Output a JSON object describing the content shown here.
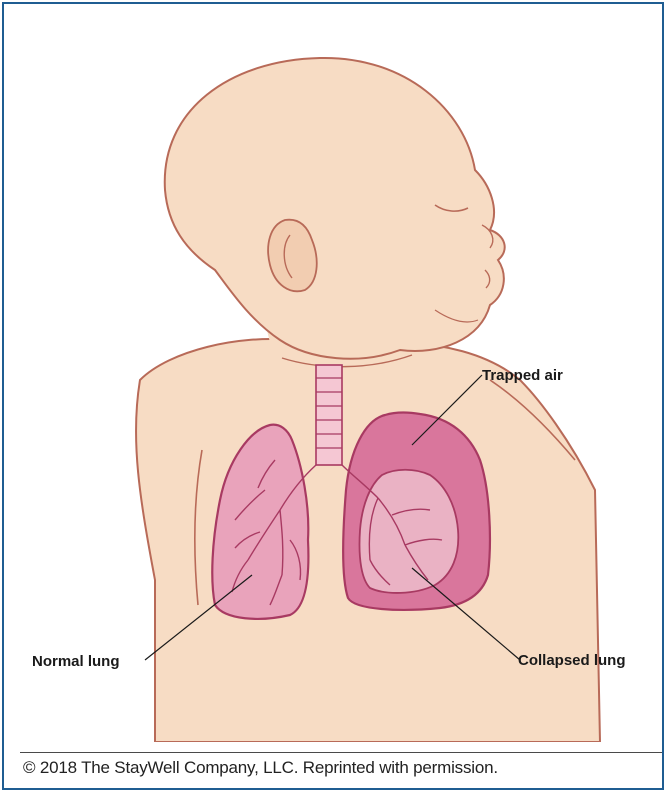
{
  "labels": {
    "trapped_air": "Trapped air",
    "normal_lung": "Normal lung",
    "collapsed_lung": "Collapsed lung"
  },
  "caption": "© 2018 The StayWell Company, LLC. Reprinted with permission.",
  "colors": {
    "frame": "#1f5d92",
    "skin": "#f7dcc4",
    "skin_outline": "#b86a58",
    "lung_fill": "#e9a3bb",
    "lung_outline": "#a83a62",
    "trapped_air": "#d9769c"
  }
}
